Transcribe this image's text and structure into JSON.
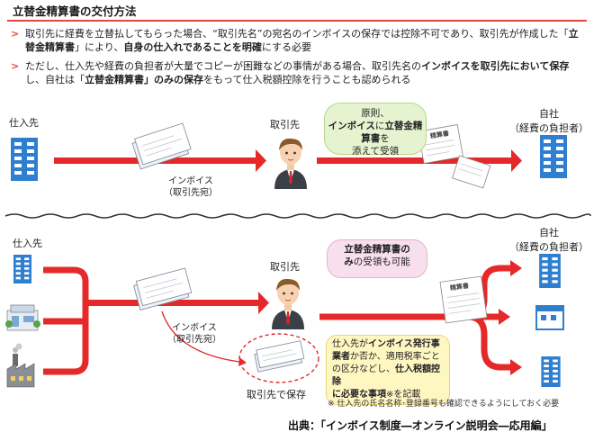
{
  "title": "立替金精算書の交付方法",
  "bullets": {
    "b1": {
      "p1": "取引先に経費を立替払してもらった場合、“取引先名”の宛名のインボイスの保存では控除不可であり、取引先が作成した「",
      "p2": "立替金精算書",
      "p3": "」により、",
      "p4": "自身の仕入れであることを明確",
      "p5": "にする必要"
    },
    "b2": {
      "p1": "ただし、仕入先や経費の負担者が大量でコピーが困難などの事情がある場合、取引先名の",
      "p2": "インボイスを取引先において保存",
      "p3": "し、自社は「",
      "p4": "立替金精算書」のみの保存",
      "p5": "をもって仕入税額控除を行うことも認められる"
    }
  },
  "upper": {
    "supplier": "仕入先",
    "partner": "取引先",
    "own": "自社",
    "own_sub": "（経費の負担者）",
    "invoice": "インボイス",
    "invoice_sub": "（取引先宛）",
    "bubble": {
      "l1": "原則、",
      "l2a": "インボイス",
      "l2b": "に",
      "l3": "立替金精算書",
      "l3b": "を",
      "l4": "添えて受領"
    }
  },
  "lower": {
    "supplier": "仕入先",
    "partner": "取引先",
    "own": "自社",
    "own_sub": "（経費の負担者）",
    "invoice": "インボイス",
    "invoice_sub": "（取引先宛）",
    "bubble": {
      "l1": "立替金精算書の",
      "l2a": "み",
      "l2b": "の受領も可能"
    },
    "storage": "取引先で保存",
    "note_box": {
      "l1a": "仕入先が",
      "l1b": "インボイス発行事",
      "l2a": "業者",
      "l2b": "か否か、適用税率ごと",
      "l3a": "の区分などし、",
      "l3b": "仕入税額控除",
      "l4a": "に必要な事項",
      "l4b": "※を記載"
    },
    "footnote": "※ 仕入先の氏名名称･登録番号も確認できるようにしておく必要"
  },
  "doc_label": "精算書",
  "source": "出典：「インボイス制度―オンライン説明会―応用編」",
  "colors": {
    "accent": "#e8463c",
    "arrow": "#e5282a",
    "building": "#2f7fd0"
  }
}
